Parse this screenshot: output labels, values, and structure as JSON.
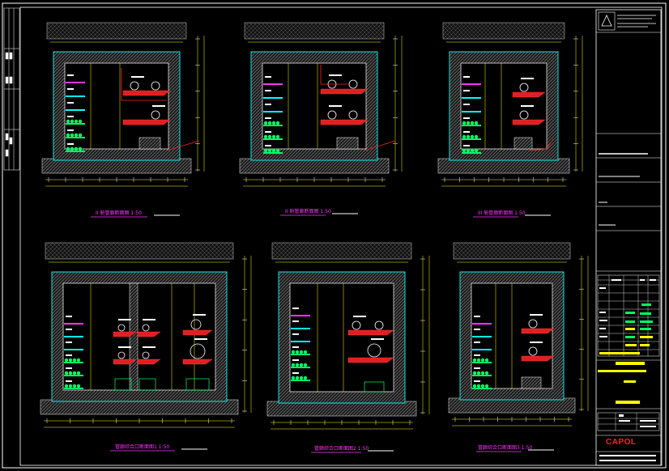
{
  "drawing": {
    "sections": [
      {
        "id": "s1",
        "title_label": "II 舱管廊断面图 1:50"
      },
      {
        "id": "s2",
        "title_label": "II 舱管廊断面图 1:50"
      },
      {
        "id": "s3",
        "title_label": "III 舱管廊断面图 1:50"
      },
      {
        "id": "s4",
        "title_label": "管廊综合口断面图1 1:50"
      },
      {
        "id": "s5",
        "title_label": "管廊综合口断面图2 1:50"
      },
      {
        "id": "s6",
        "title_label": "管廊综合口断面图3 1:50"
      }
    ],
    "title_block": {
      "logo_text": "CAPOL"
    }
  }
}
